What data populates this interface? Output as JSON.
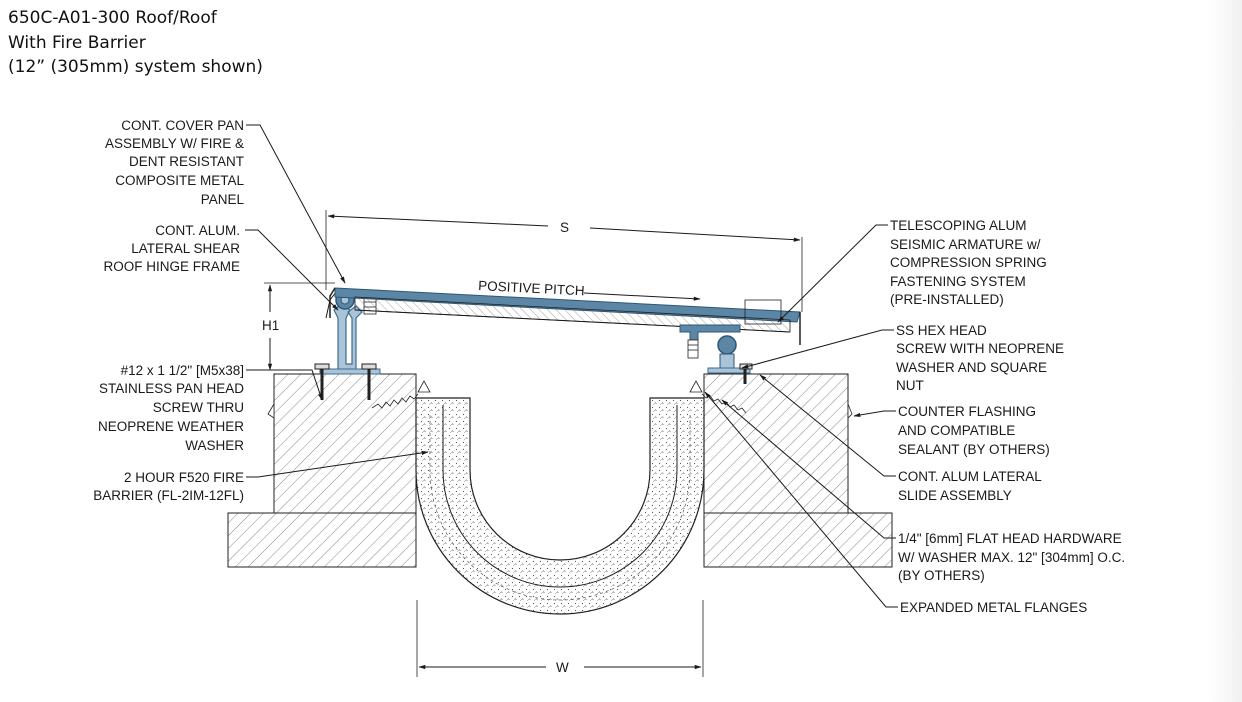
{
  "title": {
    "line1": "650C-A01-300 Roof/Roof",
    "line2": "With Fire Barrier",
    "line3": "(12” (305mm) system shown)"
  },
  "dimensions": {
    "s": "S",
    "w": "W",
    "h1": "H1",
    "pitch": "POSITIVE PITCH"
  },
  "callouts_left": {
    "cover_pan": [
      "CONT. COVER PAN",
      "ASSEMBLY W/ FIRE &",
      "DENT RESISTANT",
      "COMPOSITE METAL",
      "PANEL"
    ],
    "hinge_frame": [
      "CONT. ALUM.",
      "LATERAL SHEAR",
      "ROOF HINGE FRAME"
    ],
    "screw": [
      "#12 x 1 1/2\" [M5x38]",
      "STAINLESS PAN HEAD",
      "SCREW THRU",
      "NEOPRENE WEATHER",
      "WASHER"
    ],
    "fire_barrier": [
      "2 HOUR F520 FIRE",
      "BARRIER (FL-2IM-12FL)"
    ]
  },
  "callouts_right": {
    "armature": [
      "TELESCOPING ALUM",
      "SEISMIC ARMATURE w/",
      "COMPRESSION SPRING",
      "FASTENING SYSTEM",
      "(PRE-INSTALLED)"
    ],
    "hex_screw": [
      "SS HEX HEAD",
      "SCREW WITH NEOPRENE",
      "WASHER AND SQUARE",
      "NUT"
    ],
    "flashing": [
      "COUNTER FLASHING",
      "AND COMPATIBLE",
      "SEALANT (BY OTHERS)"
    ],
    "slide": [
      "CONT. ALUM LATERAL",
      "SLIDE ASSEMBLY"
    ],
    "hardware": [
      "1/4\" [6mm] FLAT HEAD HARDWARE",
      "W/ WASHER MAX. 12\" [304mm] O.C.",
      "(BY OTHERS)"
    ],
    "flanges": [
      "EXPANDED METAL FLANGES"
    ]
  },
  "colors": {
    "metal_blue": "#5c86a6",
    "metal_blue_light": "#a9c4d8",
    "line": "#1a1a1a"
  }
}
